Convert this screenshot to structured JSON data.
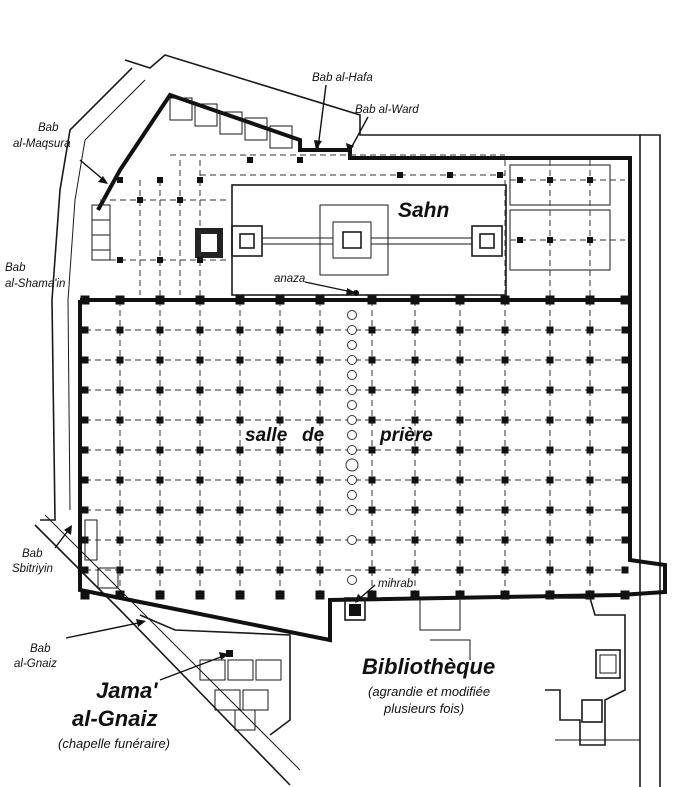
{
  "labels": {
    "sahn": "Sahn",
    "anaza": "anaza",
    "prayer_hall_1": "salle",
    "prayer_hall_2": "de",
    "prayer_hall_3": "prière",
    "mihrab": "mihrab",
    "bab_hafa": "Bab al-Hafa",
    "bab_ward": "Bab al-Ward",
    "bab_maqsura_1": "Bab",
    "bab_maqsura_2": "al-Maqsura",
    "bab_shamain_1": "Bab",
    "bab_shamain_2": "al-Shama'in",
    "bab_sbitriyin_1": "Bab",
    "bab_sbitriyin_2": "Sbitriyin",
    "bab_gnaiz_1": "Bab",
    "bab_gnaiz_2": "al-Gnaiz",
    "jama_1": "Jama'",
    "jama_2": "al-Gnaiz",
    "jama_3": "(chapelle funéraire)",
    "biblio_1": "Bibliothèque",
    "biblio_2": "(agrandie et modifiée",
    "biblio_3": "plusieurs fois)"
  }
}
